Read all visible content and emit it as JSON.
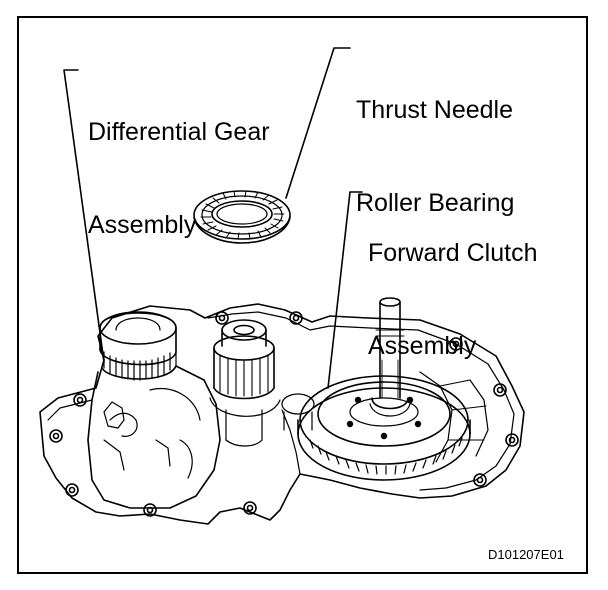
{
  "callouts": {
    "differential": {
      "line1": "Differential Gear",
      "line2": "Assembly"
    },
    "thrust_bearing": {
      "line1": "Thrust Needle",
      "line2": "Roller Bearing"
    },
    "forward_clutch": {
      "line1": "Forward Clutch",
      "line2": "Assembly"
    }
  },
  "figure_code": "D101207E01",
  "colors": {
    "ink": "#000000",
    "paper": "#ffffff"
  }
}
